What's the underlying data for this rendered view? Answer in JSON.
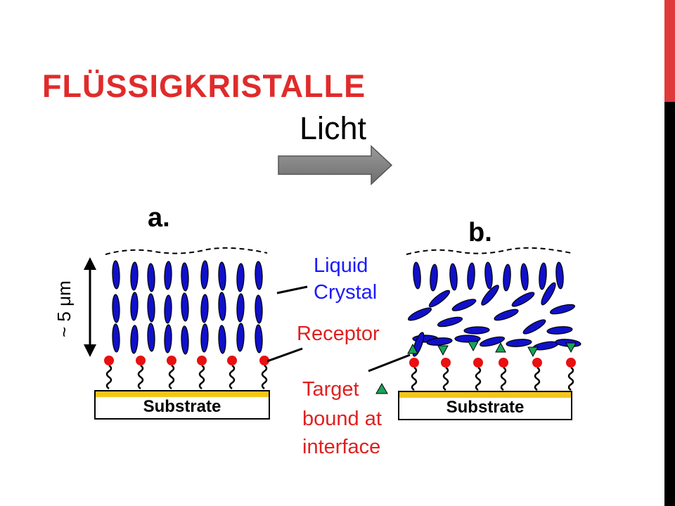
{
  "slide": {
    "title": "FLÜSSIGKRISTALLE",
    "accent_color": "#e02b2b"
  },
  "arrow": {
    "label": "Licht",
    "icon": "right-arrow-icon",
    "color": "#7f7f7f"
  },
  "diagram": {
    "panel_a": {
      "letter": "a.",
      "substrate": "Substrate"
    },
    "panel_b": {
      "letter": "b.",
      "substrate": "Substrate"
    },
    "dimension": "~ 5 μm",
    "labels": {
      "liquid_crystal_line1": "Liquid",
      "liquid_crystal_line2": "Crystal",
      "receptor": "Receptor",
      "target_line1": "Target",
      "target_line2": "bound at",
      "target_line3": "interface"
    },
    "colors": {
      "liquid_crystal": "#1010c8",
      "receptor": "#e81010",
      "target": "#19a35a",
      "substrate_top": "#f5c518",
      "label_blue": "#1a1aff",
      "label_red": "#e02020"
    }
  }
}
